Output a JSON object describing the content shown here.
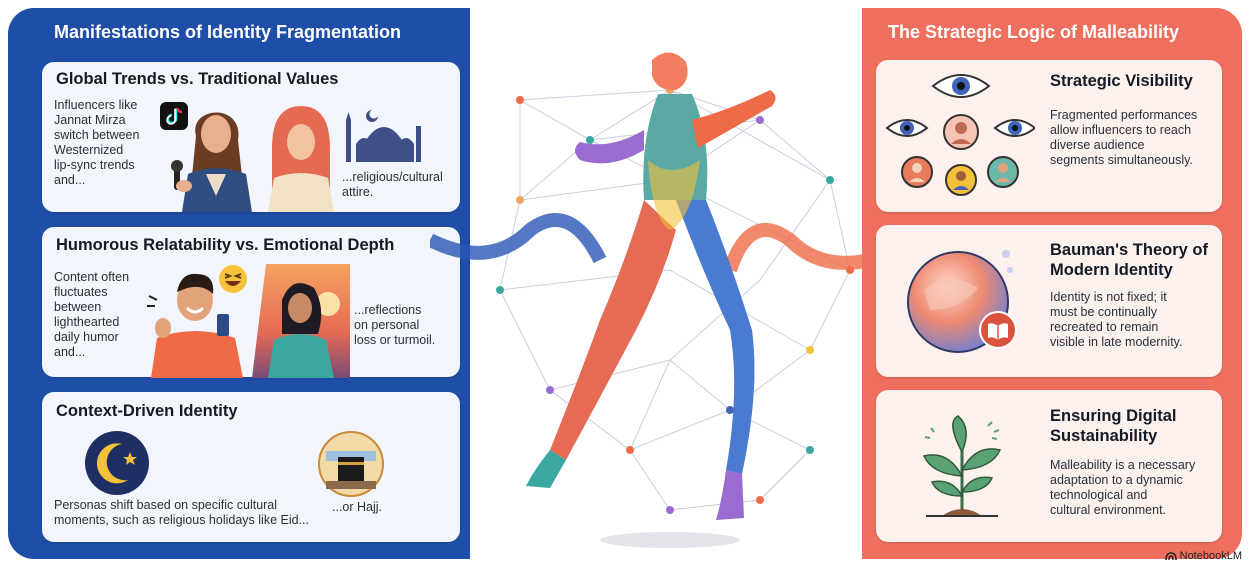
{
  "left": {
    "title": "Manifestations of Identity Fragmentation",
    "cards": [
      {
        "title": "Global Trends vs. Traditional Values",
        "text_a": "Influencers like\nJannat Mirza\nswitch between\nWesternized\nlip-sync trends\nand...",
        "text_b": "...religious/cultural\nattire."
      },
      {
        "title": "Humorous Relatability vs. Emotional Depth",
        "text_a": "Content often\nfluctuates\nbetween\nlighthearted\ndaily humor\nand...",
        "text_b": "...reflections\non personal\nloss or turmoil."
      },
      {
        "title": "Context-Driven Identity",
        "text_a": "Personas shift based on specific cultural\nmoments, such as religious holidays like Eid...",
        "text_b": "...or Hajj."
      }
    ]
  },
  "right": {
    "title": "The Strategic Logic of Malleability",
    "cards": [
      {
        "title": "Strategic Visibility",
        "text": "Fragmented performances\nallow influencers to reach\ndiverse audience\nsegments simultaneously."
      },
      {
        "title": "Bauman's Theory of\nModern Identity",
        "text": "Identity is not fixed; it\nmust be continually\nrecreated to remain\nvisible in late modernity."
      },
      {
        "title": "Ensuring Digital\nSustainability",
        "text": "Malleability is a necessary\nadaptation to a dynamic\ntechnological and\ncultural environment."
      }
    ]
  },
  "watermark": "NotebookLM",
  "icons": {
    "tiktok": "tiktok-logo-icon",
    "mosque": "mosque-icon",
    "laugh_emoji": "laughing-emoji-icon",
    "crescent": "crescent-moon-star-icon",
    "kaaba": "kaaba-icon",
    "eye": "eye-icon",
    "bubble": "bubble-book-icon",
    "plant": "sprout-icon"
  },
  "colors": {
    "left_panel": "#1f4ea8",
    "right_panel": "#ee6f5d"
  }
}
